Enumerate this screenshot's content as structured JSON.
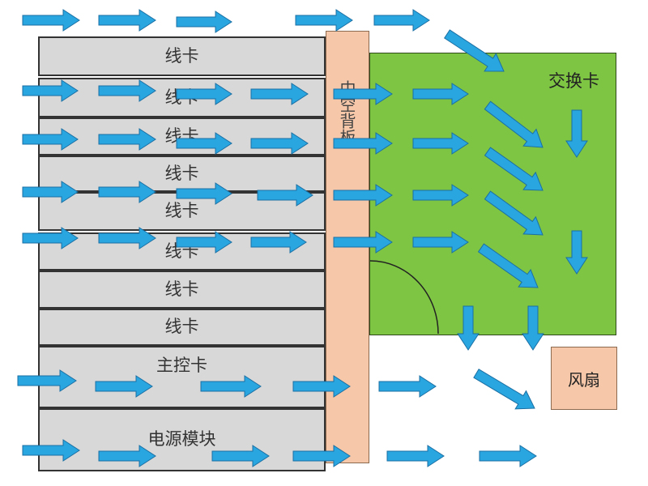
{
  "cards": [
    {
      "label": "线卡"
    },
    {
      "label": "线卡"
    },
    {
      "label": "线卡"
    },
    {
      "label": "线卡"
    },
    {
      "label": "线卡"
    },
    {
      "label": "线卡"
    },
    {
      "label": "线卡"
    },
    {
      "label": "线卡"
    },
    {
      "label": "主控卡"
    },
    {
      "label": "电源模块"
    }
  ],
  "backplane": {
    "label": "中空背板"
  },
  "switch_card": {
    "label": "交换卡"
  },
  "fan": {
    "label": "风扇"
  },
  "colors": {
    "arrow_fill": "#29a6e0",
    "arrow_stroke": "#1b6fa3",
    "card_fill": "#d8d8d8",
    "backplane_fill": "#f6c7a8",
    "switch_fill": "#7ec544",
    "fan_fill": "#f6c7a8"
  }
}
